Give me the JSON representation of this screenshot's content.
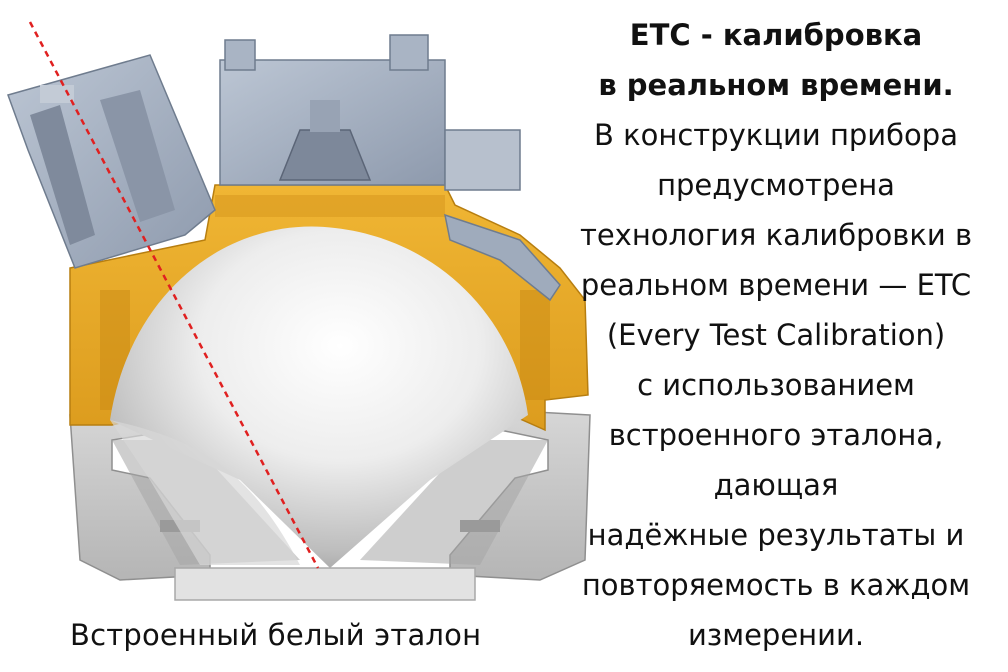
{
  "title_lines": [
    "ETC - калибровка",
    "в реальном времени."
  ],
  "body_lines": [
    "В конструкции прибора",
    "предусмотрена",
    "технология калибровки в",
    "реальном времени — ETC",
    "(Every Test Calibration)",
    "с использованием",
    "встроенного эталона,",
    "дающая",
    "надёжные результаты и",
    "повторяемость в каждом",
    "измерении."
  ],
  "caption": "Встроенный белый эталон",
  "colors": {
    "housing_gold": "#e8a928",
    "housing_gold_dark": "#c98a14",
    "casing_blue_gray": "#a9b4c4",
    "casing_dark": "#6f7c8e",
    "base_gray": "#c9c9c9",
    "sphere_light": "#f4f4f4",
    "sphere_shadow": "#9e9e9e",
    "measurement_line": "#e02020"
  }
}
